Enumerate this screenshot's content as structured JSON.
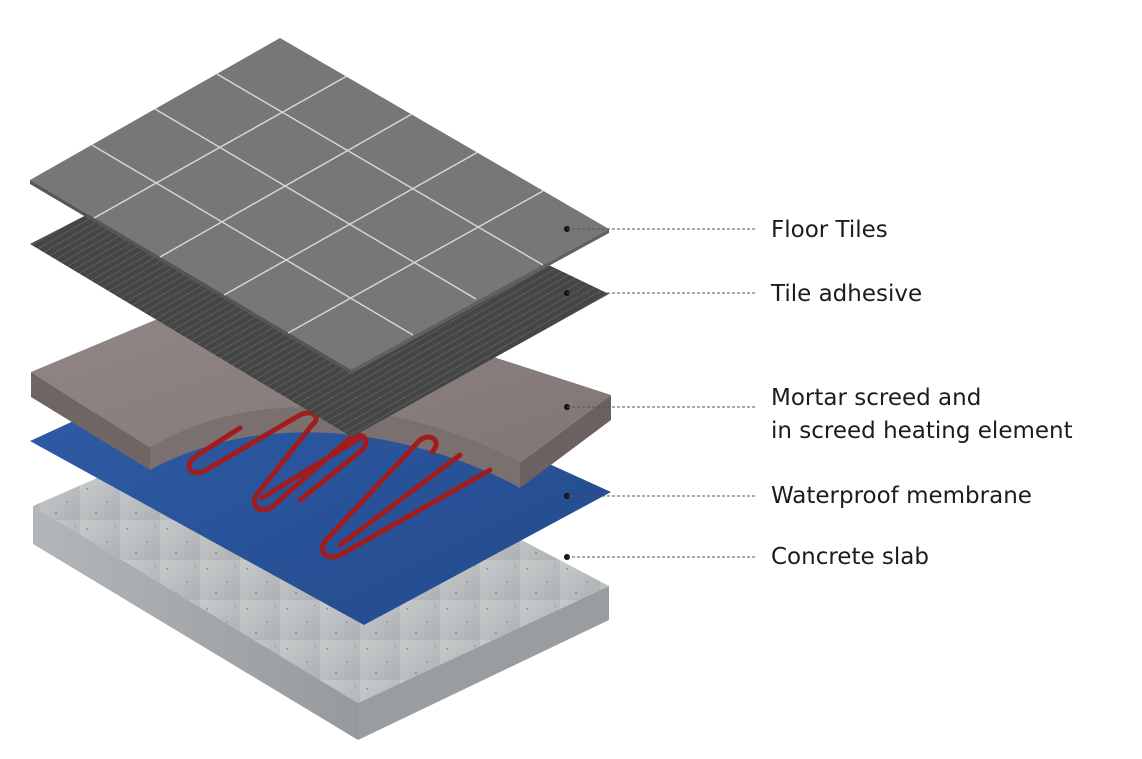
{
  "colors": {
    "tiles": "#757776",
    "tile_grout": "#d8d8d8",
    "adhesive": "#3f4040",
    "screed_top": "#8a7f7e",
    "screed_side": "#756b6a",
    "heating_element": "#a21c1c",
    "membrane": "#28539c",
    "concrete_top": "#b9bcbd",
    "concrete_side": "#a1a4a6",
    "label_text": "#1c1c1c"
  },
  "layers": [
    {
      "id": "tiles",
      "label_lines": [
        "Floor Tiles"
      ]
    },
    {
      "id": "adhesive",
      "label_lines": [
        "Tile adhesive"
      ]
    },
    {
      "id": "screed",
      "label_lines": [
        "Mortar screed and",
        "in screed heating element"
      ]
    },
    {
      "id": "membrane",
      "label_lines": [
        "Waterproof membrane"
      ]
    },
    {
      "id": "concrete",
      "label_lines": [
        "Concrete slab"
      ]
    }
  ]
}
